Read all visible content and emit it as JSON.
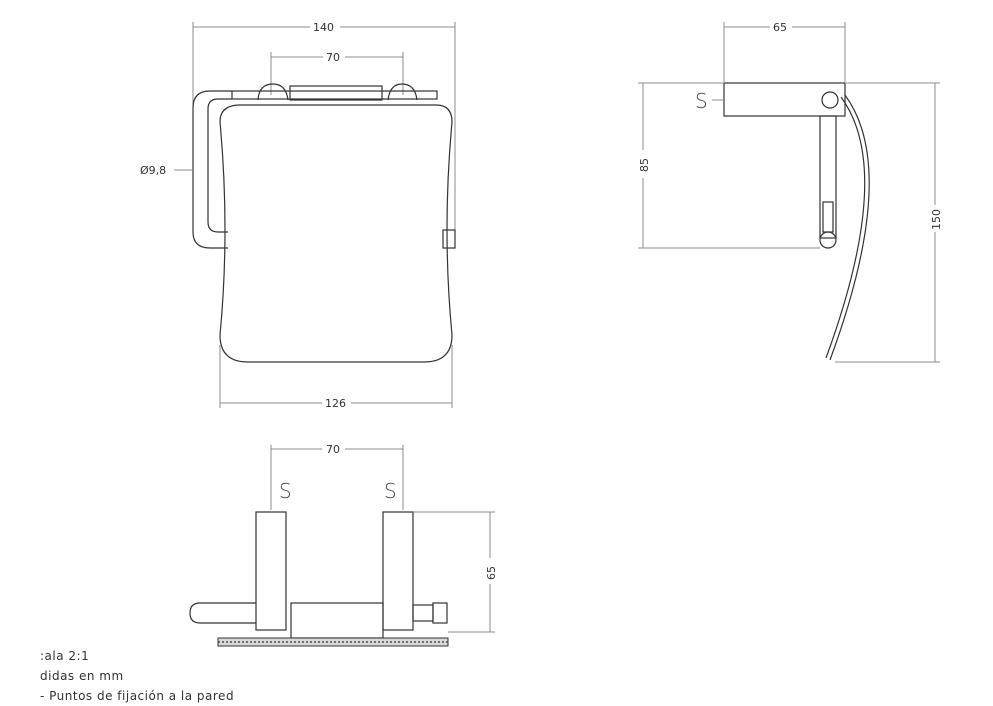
{
  "front_view": {
    "width_top": "140",
    "width_bottom": "126",
    "pin_spacing": "70",
    "diameter": "Ø9,8"
  },
  "side_view": {
    "depth": "65",
    "height_short": "85",
    "height_long": "150",
    "fix_mark": "S"
  },
  "bottom_view": {
    "pin_spacing": "70",
    "height": "65",
    "fix_mark_left": "S",
    "fix_mark_right": "S"
  },
  "notes": {
    "scale": ":ala 2:1",
    "units": "didas en mm",
    "legend": "- Puntos de fijación a la pared"
  }
}
